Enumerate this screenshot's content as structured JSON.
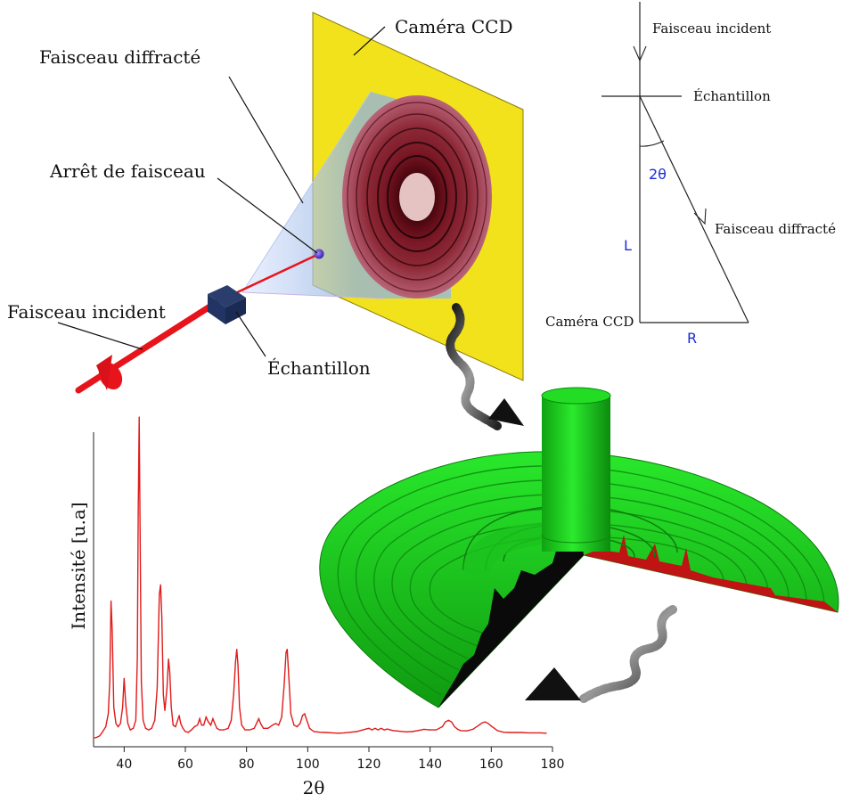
{
  "setup": {
    "camera_label": "Caméra CCD",
    "diffracted_label": "Faisceau diffracté",
    "beamstop_label": "Arrêt de faisceau",
    "incident_label": "Faisceau incident",
    "sample_label": "Échantillon"
  },
  "geometry": {
    "incident_label": "Faisceau incident",
    "sample_label": "Échantillon",
    "angle_label": "2θ",
    "diffracted_label": "Faisceau diffracté",
    "L_label": "L",
    "camera_label": "Caméra CCD",
    "R_label": "R"
  },
  "colors": {
    "camera_plane": "#f2e21b",
    "beam": "#e8141b",
    "green_surface": "#19d21a",
    "red_profile": "#c01313",
    "pattern_line": "#e01b1b",
    "label_blue": "#1a2bd8"
  },
  "chart_data": {
    "type": "line",
    "xlabel": "2θ",
    "ylabel": "Intensité [u.a]",
    "xlim": [
      30,
      180
    ],
    "ylim": [
      0,
      100
    ],
    "xticks": [
      40,
      60,
      80,
      100,
      120,
      140,
      160,
      180
    ],
    "grid": false,
    "series": [
      {
        "color": "#e01b1b",
        "x": [
          30,
          31,
          32,
          33,
          34,
          34.8,
          35.3,
          35.7,
          36.1,
          36.6,
          37.3,
          38,
          38.8,
          39.5,
          40,
          40.5,
          41.2,
          42,
          43,
          43.8,
          44.3,
          44.6,
          44.9,
          45.2,
          45.6,
          46.2,
          47,
          48,
          49,
          50,
          50.8,
          51.5,
          51.9,
          52.3,
          52.8,
          53.3,
          54,
          54.5,
          54.9,
          55.4,
          56,
          56.8,
          57.5,
          58,
          58.5,
          59.2,
          60,
          61,
          62,
          63,
          64,
          64.7,
          65.3,
          66,
          66.8,
          67.5,
          68.3,
          69,
          69.6,
          70.3,
          71.2,
          72.5,
          74,
          75,
          75.8,
          76.4,
          76.8,
          77.2,
          77.7,
          78.4,
          79.5,
          81,
          82.5,
          83.5,
          84,
          84.6,
          85.5,
          87,
          88.5,
          89.5,
          90.5,
          91.5,
          92.3,
          92.9,
          93.3,
          93.8,
          94.5,
          95.5,
          96.5,
          97.5,
          98.3,
          99,
          99.7,
          100.6,
          102,
          104,
          106,
          108,
          110,
          112,
          114,
          116,
          118,
          120,
          121,
          122,
          123,
          124,
          125,
          126,
          127,
          128,
          130,
          132,
          134,
          136,
          138,
          140,
          142,
          144,
          145,
          146,
          147,
          148,
          149,
          150,
          152,
          154,
          156,
          157,
          158,
          159,
          160,
          161,
          162,
          164,
          166,
          168,
          170,
          172,
          174,
          176,
          178
        ],
        "values": [
          0.5,
          0.7,
          1.2,
          2.5,
          4,
          8,
          18,
          43,
          34,
          10,
          5,
          4,
          5,
          10,
          19,
          11,
          5,
          3,
          3.5,
          6,
          25,
          70,
          100,
          65,
          18,
          6,
          3.5,
          3,
          3.5,
          6,
          16,
          45,
          48,
          38,
          14,
          9,
          16,
          25,
          21,
          10,
          4.5,
          4,
          6,
          7.5,
          5,
          3.5,
          2.5,
          2.3,
          3,
          4,
          4.5,
          6.5,
          4.5,
          4.5,
          7,
          5.5,
          4.5,
          6.5,
          5,
          3.5,
          3,
          3,
          3.5,
          6,
          14,
          24,
          28,
          23,
          10,
          4.5,
          3,
          3,
          3.5,
          5.5,
          6.5,
          5,
          3.5,
          3.5,
          4.5,
          5,
          4.5,
          7,
          17,
          27,
          28,
          20,
          8,
          4.5,
          4,
          5,
          7.5,
          8,
          6,
          3.5,
          2.5,
          2.3,
          2.2,
          2.1,
          2,
          2.1,
          2.3,
          2.5,
          3,
          3.5,
          3,
          3.5,
          3,
          3.5,
          3,
          3.3,
          3,
          2.8,
          2.6,
          2.4,
          2.5,
          2.8,
          3.2,
          3,
          3,
          4,
          5.5,
          6,
          5.5,
          4,
          3.2,
          2.8,
          2.7,
          3.2,
          4.5,
          5.2,
          5.5,
          5,
          4.2,
          3.5,
          2.8,
          2.3,
          2.2,
          2.2,
          2.2,
          2.1,
          2.1,
          2.1,
          2
        ]
      }
    ]
  }
}
